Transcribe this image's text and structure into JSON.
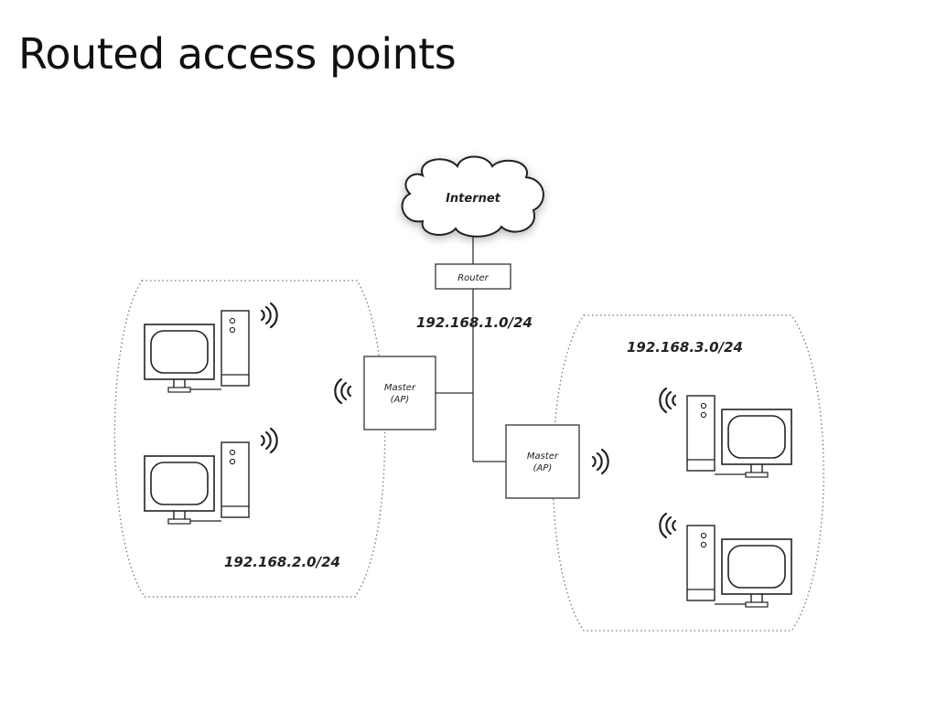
{
  "slide": {
    "title": "Routed access points"
  },
  "diagram": {
    "internet": {
      "label": "Internet"
    },
    "router": {
      "label": "Router"
    },
    "uplink_subnet": {
      "label": "192.168.1.0/24"
    },
    "access_points": [
      {
        "line1": "Master",
        "line2": "(AP)"
      },
      {
        "line1": "Master",
        "line2": "(AP)"
      }
    ],
    "subnets": [
      {
        "label": "192.168.2.0/24",
        "clients": 2
      },
      {
        "label": "192.168.3.0/24",
        "clients": 2
      }
    ],
    "icons": [
      "cloud-icon",
      "router-icon",
      "access-point-icon",
      "desktop-computer-icon",
      "wifi-signal-icon"
    ]
  }
}
